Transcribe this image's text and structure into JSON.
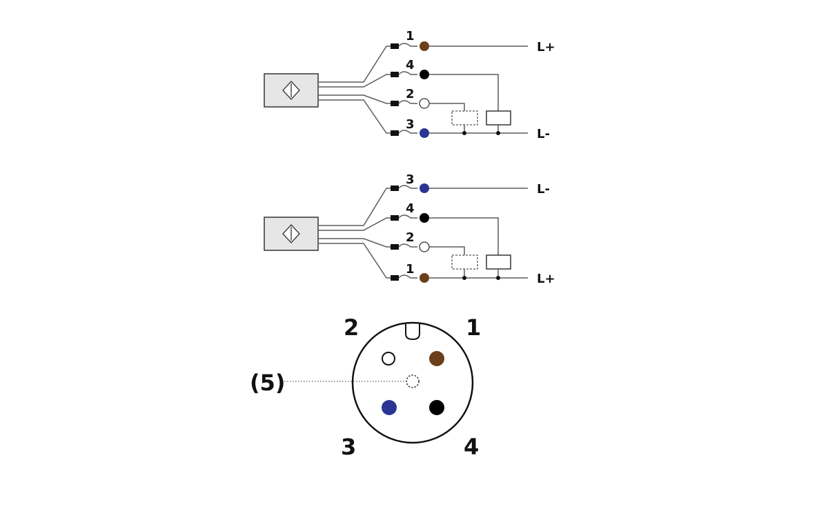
{
  "colors": {
    "brown": "#6b3f1a",
    "black": "#000000",
    "white": "#ffffff",
    "blue": "#2a3593",
    "wire": "#5a5a5a",
    "sensor_fill": "#e6e6e6"
  },
  "diagram_top": {
    "pins": [
      {
        "label": "1",
        "color": "brown"
      },
      {
        "label": "4",
        "color": "black"
      },
      {
        "label": "2",
        "color": "white"
      },
      {
        "label": "3",
        "color": "blue"
      }
    ],
    "rail_top": "L+",
    "rail_bottom": "L-"
  },
  "diagram_bottom": {
    "pins": [
      {
        "label": "3",
        "color": "blue"
      },
      {
        "label": "4",
        "color": "black"
      },
      {
        "label": "2",
        "color": "white"
      },
      {
        "label": "1",
        "color": "brown"
      }
    ],
    "rail_top": "L-",
    "rail_bottom": "L+"
  },
  "connector": {
    "pin_labels": {
      "top_left": "2",
      "top_right": "1",
      "bottom_left": "3",
      "bottom_right": "4"
    },
    "optional_pin_label": "(5)"
  }
}
